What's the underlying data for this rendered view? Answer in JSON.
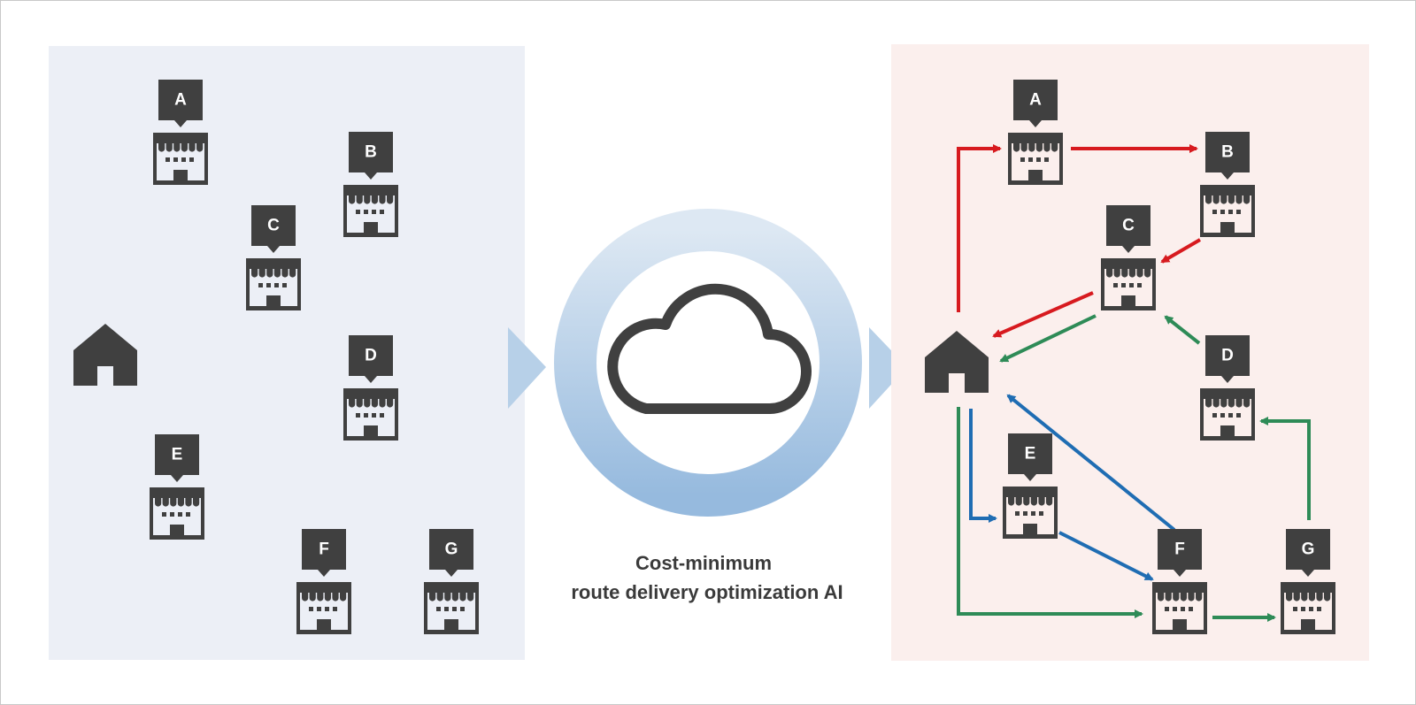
{
  "colors": {
    "page_border": "#c8c8c8",
    "left_panel_bg": "#eceff6",
    "right_panel_bg": "#fbefed",
    "icon_dark": "#404040",
    "ring_light": "#dde8f3",
    "ring_dark": "#96bade",
    "chevron": "#b7d0e8",
    "route_red": "#d71a1f",
    "route_green": "#2e8b57",
    "route_blue": "#1f6db3"
  },
  "caption": {
    "line1": "Cost-minimum",
    "line2": "route delivery optimization AI"
  },
  "center_icon": "cloud-icon",
  "store_icon": "store-icon",
  "depot_icon": "home-depot-icon",
  "left_panel": {
    "stores": [
      {
        "id": "A",
        "label": "A"
      },
      {
        "id": "B",
        "label": "B"
      },
      {
        "id": "C",
        "label": "C"
      },
      {
        "id": "D",
        "label": "D"
      },
      {
        "id": "E",
        "label": "E"
      },
      {
        "id": "F",
        "label": "F"
      },
      {
        "id": "G",
        "label": "G"
      }
    ]
  },
  "right_panel": {
    "stores": [
      {
        "id": "A",
        "label": "A"
      },
      {
        "id": "B",
        "label": "B"
      },
      {
        "id": "C",
        "label": "C"
      },
      {
        "id": "D",
        "label": "D"
      },
      {
        "id": "E",
        "label": "E"
      },
      {
        "id": "F",
        "label": "F"
      },
      {
        "id": "G",
        "label": "G"
      }
    ],
    "routes": [
      {
        "color": "route_red",
        "stops": [
          "Depot",
          "A",
          "B",
          "C",
          "Depot"
        ]
      },
      {
        "color": "route_green",
        "stops": [
          "Depot",
          "F",
          "G",
          "D",
          "C",
          "Depot"
        ]
      },
      {
        "color": "route_blue",
        "stops": [
          "Depot",
          "E",
          "F",
          "Depot"
        ]
      }
    ]
  }
}
